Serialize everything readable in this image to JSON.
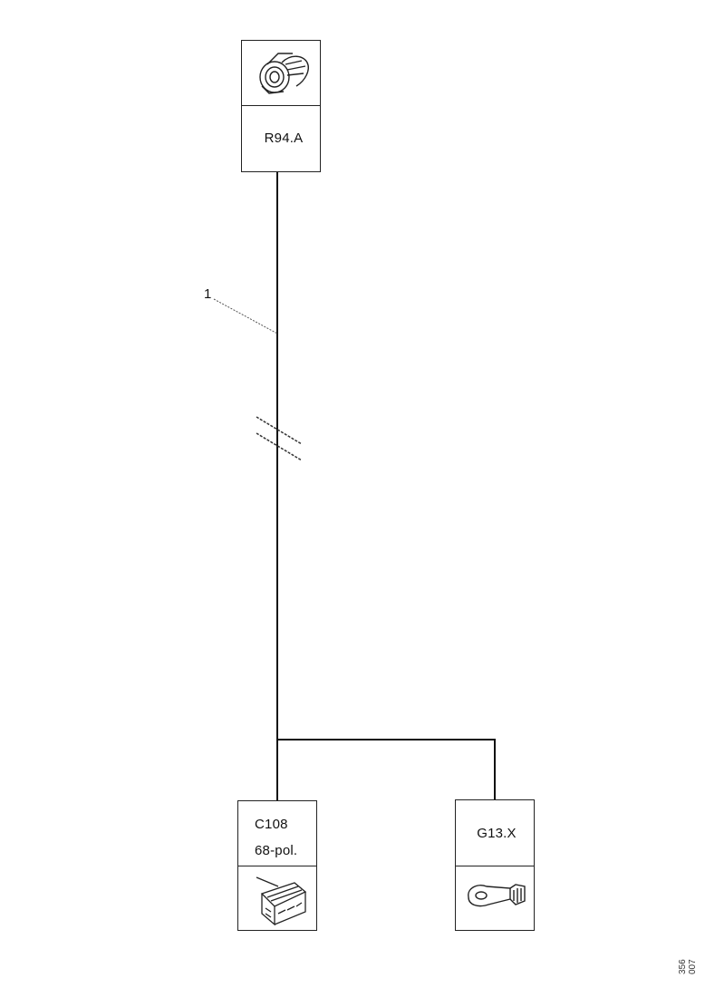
{
  "components": {
    "top": {
      "id": "R94.A",
      "icon": "motor-connector-icon"
    },
    "bottom_left": {
      "id": "C108",
      "sub": "68-pol.",
      "icon": "multi-pin-connector-icon"
    },
    "bottom_right": {
      "id": "G13.X",
      "icon": "ring-terminal-icon"
    }
  },
  "wire_label": "1",
  "figure_code": "356 007"
}
